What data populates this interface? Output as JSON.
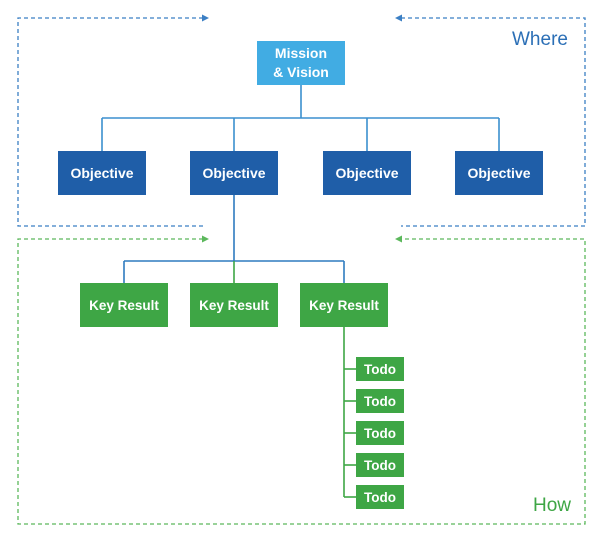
{
  "mission": {
    "label": "Mission\n& Vision",
    "color": "#41ace3"
  },
  "objectives": [
    {
      "label": "Objective"
    },
    {
      "label": "Objective"
    },
    {
      "label": "Objective"
    },
    {
      "label": "Objective"
    }
  ],
  "key_results": [
    {
      "label": "Key Result"
    },
    {
      "label": "Key Result"
    },
    {
      "label": "Key Result"
    }
  ],
  "todos": [
    {
      "label": "Todo"
    },
    {
      "label": "Todo"
    },
    {
      "label": "Todo"
    },
    {
      "label": "Todo"
    },
    {
      "label": "Todo"
    }
  ],
  "zones": {
    "where": {
      "label": "Where",
      "color": "#2b6fb6"
    },
    "how": {
      "label": "How",
      "color": "#3ea645"
    }
  },
  "colors": {
    "objective": "#1f5ea8",
    "key_result": "#3ea645",
    "blue_connector": "#3b8fcf",
    "green_connector": "#3ea645"
  }
}
